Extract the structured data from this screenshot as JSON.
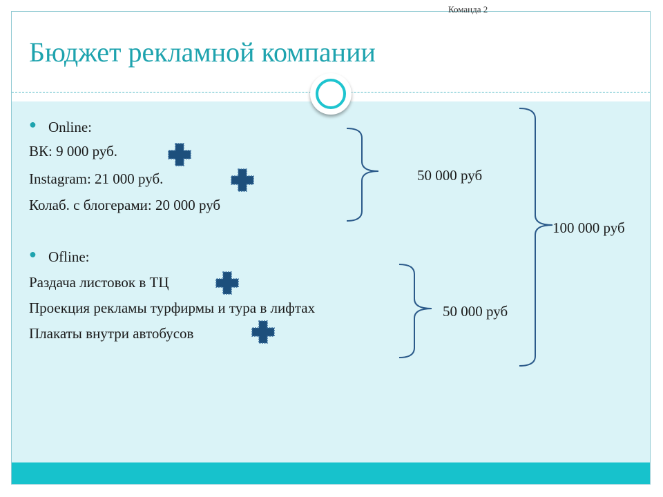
{
  "slide": {
    "team_label": "Команда 2",
    "title": "Бюджет рекламной компании"
  },
  "online": {
    "heading": "Online:",
    "items": [
      "ВК: 9 000 руб.",
      "Instagram: 21 000 руб.",
      "Колаб. с блогерами: 20 000 руб"
    ],
    "total": "50 000 руб"
  },
  "offline": {
    "heading": "Ofline:",
    "items": [
      "Раздача листовок в ТЦ",
      "Проекция рекламы турфирмы и тура в лифтах",
      "Плакаты внутри автобусов"
    ],
    "total": "50 000 руб"
  },
  "grand_total": "100 000 руб",
  "icons": {
    "bullet": "bullet-dot-icon",
    "plus": "plus-icon"
  },
  "colors": {
    "title": "#1ea3ae",
    "content_bg": "#daf3f7",
    "footer_bar": "#17c2cc",
    "plus_icon": "#1d4f7c",
    "brace": "#2b5a8a"
  }
}
